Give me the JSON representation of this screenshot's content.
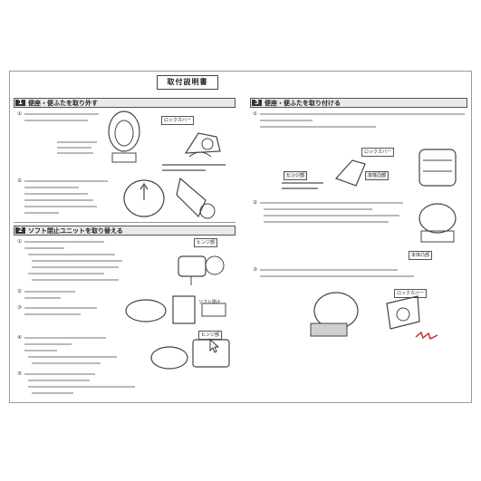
{
  "document": {
    "title": "取付説明書"
  },
  "sections": [
    {
      "number": "1",
      "heading": "便座・便ふたを取り外す",
      "steps": [
        "①",
        "②"
      ]
    },
    {
      "number": "2",
      "heading": "ソフト閉止ユニットを取り替える",
      "steps": [
        "①",
        "②",
        "③",
        "④",
        "⑤"
      ]
    },
    {
      "number": "3",
      "heading": "便座・便ふたを取り付ける",
      "steps": [
        "①",
        "②",
        "③"
      ]
    }
  ],
  "labels": {
    "lock_cover": "ロックカバー",
    "hinge": "ヒンジ部",
    "soft_close": "ソフト閉止",
    "body_protrusion": "本体凸部"
  },
  "colors": {
    "accent_red": "#c62828",
    "heading_bg": "#e9e9e9"
  }
}
